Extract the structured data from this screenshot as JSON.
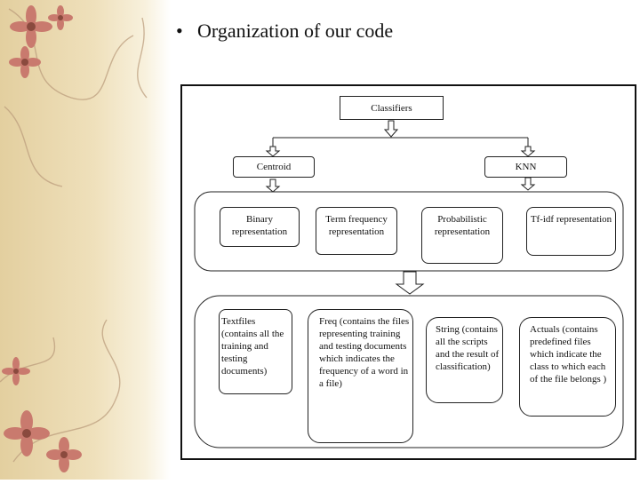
{
  "slide": {
    "bullet": "•",
    "title": "Organization of our code"
  },
  "diagram": {
    "root": "Classifiers",
    "level1": [
      "Centroid",
      "KNN"
    ],
    "representations": [
      "Binary representation",
      "Term frequency representation",
      "Probabilistic representation",
      "Tf-idf representation"
    ],
    "folders": [
      "Textfiles (contains all the training and testing documents)",
      "Freq (contains the files representing training and testing documents which indicates the frequency of a word in a file)",
      "String (contains all the scripts and the result of classification)",
      "Actuals (contains predefined files which indicate the class to which each of the file belongs )"
    ]
  },
  "colors": {
    "sidebar": "#e3cf9f",
    "flower": "#c97a6e",
    "line": "#222222"
  }
}
